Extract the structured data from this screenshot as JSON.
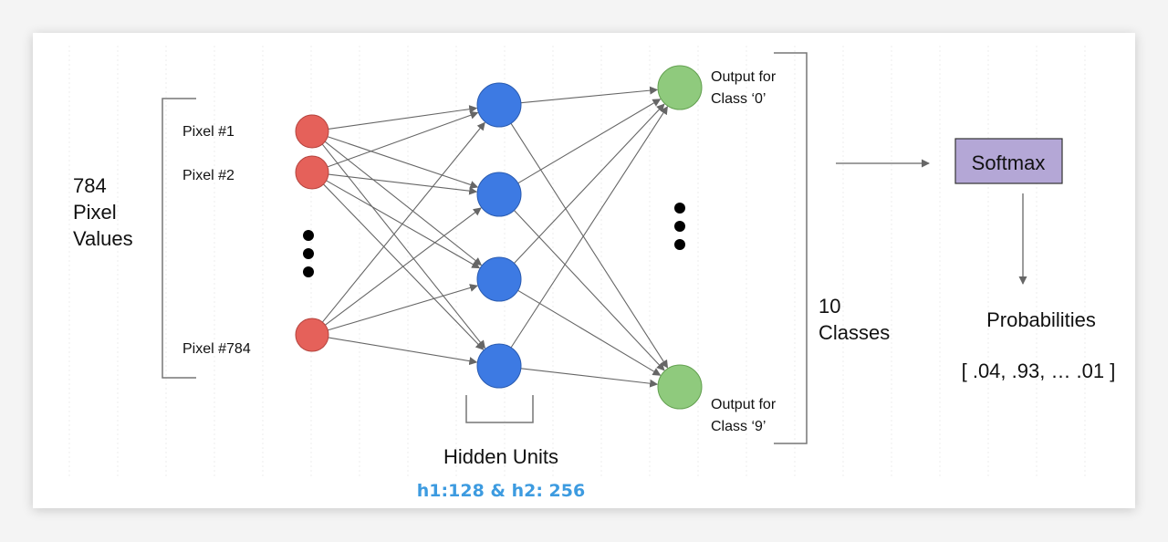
{
  "input_group": {
    "line1": "784",
    "line2": "Pixel",
    "line3": "Values"
  },
  "input_nodes": {
    "pixel1": "Pixel #1",
    "pixel2": "Pixel #2",
    "pixel784": "Pixel #784"
  },
  "outputs": {
    "out0_line1": "Output for",
    "out0_line2": "Class ‘0’",
    "out9_line1": "Output for",
    "out9_line2": "Class ‘9’"
  },
  "classes_group": {
    "line1": "10",
    "line2": "Classes"
  },
  "softmax": {
    "label": "Softmax"
  },
  "probabilities": {
    "title": "Probabilities",
    "values": "[ .04, .93, … .01 ]"
  },
  "hidden": {
    "title": "Hidden Units",
    "subtitle": "h1:128 & h2: 256"
  },
  "colors": {
    "input_node": "#e5615a",
    "hidden_node": "#3d7ae3",
    "output_node": "#8fca7d",
    "softmax_fill": "#b4a7d6",
    "subtitle": "#3d9be0",
    "edge": "#666666"
  }
}
